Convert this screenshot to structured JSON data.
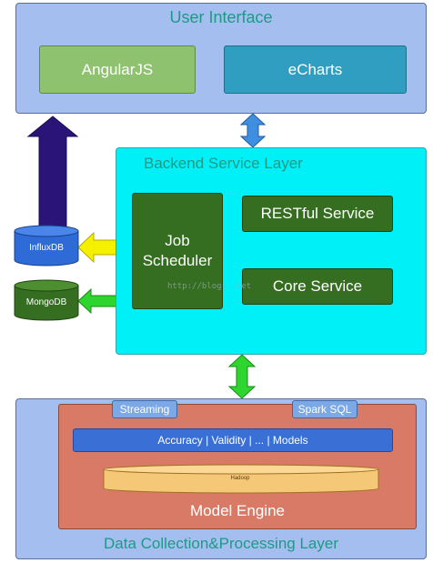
{
  "ui_layer": {
    "title": "User Interface",
    "angular": "AngularJS",
    "echarts": "eCharts"
  },
  "backend_layer": {
    "title": "Backend Service Layer",
    "job_scheduler_line1": "Job",
    "job_scheduler_line2": "Scheduler",
    "restful": "RESTful Service",
    "core": "Core Service",
    "watermark": "http://blog...net"
  },
  "databases": {
    "influx": "InfluxDB",
    "mongo": "MongoDB"
  },
  "data_layer": {
    "title": "Data Collection&Processing Layer",
    "streaming": "Streaming",
    "spark_sql": "Spark SQL",
    "models_bar": "Accuracy | Validity | ... | Models",
    "hadoop": "Hadoop",
    "engine": "Model Engine"
  },
  "colors": {
    "layer_blue": "#a4bef0",
    "backend_cyan": "#00f0f8",
    "dark_green": "#356e20",
    "engine_red": "#d97a66",
    "title_teal": "#1c9a86"
  }
}
